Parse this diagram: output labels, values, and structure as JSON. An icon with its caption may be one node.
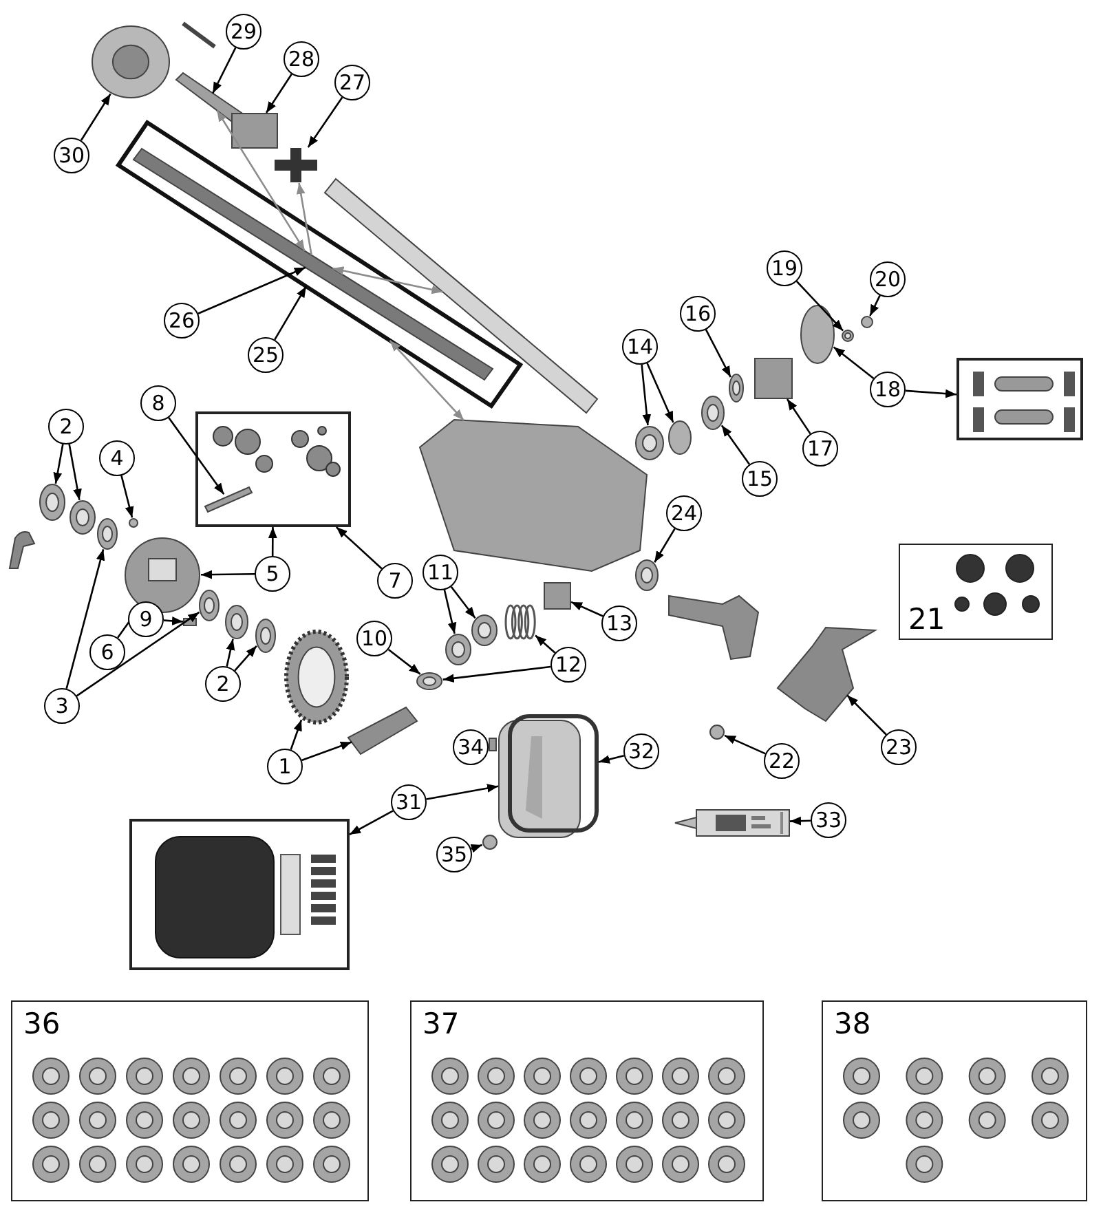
{
  "diagram": {
    "nodes": [
      {
        "text": [],
        "shape": "box"
      },
      {
        "text": [
          "30"
        ]
      },
      {
        "text": [],
        "shape": "picture"
      },
      {
        "text": [
          "29"
        ]
      },
      {
        "text": [],
        "shape": "picture"
      },
      {
        "text": [
          "28"
        ]
      },
      {
        "text": [],
        "shape": "box"
      },
      {
        "text": [
          "27"
        ]
      },
      {
        "text": [],
        "shape": "picture"
      },
      {
        "text": [],
        "shape": "picture",
        "in": 0
      },
      {
        "text": [
          "26"
        ]
      },
      {
        "text": [
          "25"
        ]
      },
      {
        "text": [],
        "shape": "picture"
      },
      {
        "text": [],
        "shape": "picture"
      },
      {
        "text": [
          "19"
        ]
      },
      {
        "text": [],
        "shape": "picture"
      },
      {
        "text": [
          "20"
        ]
      },
      {
        "text": [],
        "shape": "circle"
      },
      {
        "text": [
          "16"
        ]
      },
      {
        "text": [],
        "shape": "picture"
      },
      {
        "text": [
          "14"
        ]
      },
      {
        "text": [],
        "shape": "picture"
      },
      {
        "text": [],
        "shape": "circle"
      },
      {
        "text": [
          "18"
        ]
      },
      {
        "text": [],
        "shape": "circle"
      },
      {
        "text": [],
        "shape": "box"
      },
      {
        "text": [],
        "shape": "box"
      },
      {
        "text": [
          "17"
        ]
      },
      {
        "text": [],
        "shape": "picture"
      },
      {
        "text": [
          "15"
        ]
      },
      {
        "text": [
          "2"
        ]
      },
      {
        "text": [],
        "shape": "picture"
      },
      {
        "text": [],
        "shape": "picture"
      },
      {
        "text": [],
        "shape": "picture"
      },
      {
        "text": [
          "4"
        ]
      },
      {
        "text": [],
        "shape": "circle"
      },
      {
        "text": [],
        "shape": "box"
      },
      {
        "text": [],
        "shape": "bar",
        "in": 36
      },
      {
        "text": [
          "8"
        ]
      },
      {
        "text": [
          "5"
        ]
      },
      {
        "text": [],
        "shape": "picture"
      },
      {
        "text": [
          "7"
        ]
      },
      {
        "text": [
          "24"
        ]
      },
      {
        "text": [],
        "shape": "picture"
      },
      {
        "text": [
          "11"
        ]
      },
      {
        "text": [],
        "shape": "picture"
      },
      {
        "text": [],
        "shape": "picture"
      },
      {
        "text": [],
        "shape": "box"
      },
      {
        "text": [
          "13"
        ]
      },
      {
        "text": [
          "21"
        ]
      },
      {
        "text": [
          "6"
        ]
      },
      {
        "text": [],
        "shape": "bar"
      },
      {
        "text": [
          "9"
        ]
      },
      {
        "text": [],
        "shape": "picture"
      },
      {
        "text": [],
        "shape": "picture"
      },
      {
        "text": [],
        "shape": "picture"
      },
      {
        "text": [],
        "shape": "picture"
      },
      {
        "text": [
          "10"
        ]
      },
      {
        "text": [],
        "shape": "picture"
      },
      {
        "text": [
          "12"
        ]
      },
      {
        "text": [
          "3"
        ]
      },
      {
        "text": [
          "2"
        ]
      },
      {
        "text": [],
        "shape": "picture"
      },
      {
        "text": [],
        "shape": "picture"
      },
      {
        "text": [
          "1"
        ]
      },
      {
        "text": [],
        "shape": "picture"
      },
      {
        "text": [
          "23"
        ]
      },
      {
        "text": [],
        "shape": "circle"
      },
      {
        "text": [
          "22"
        ]
      },
      {
        "text": [
          "34"
        ]
      },
      {
        "text": [],
        "shape": "bar"
      },
      {
        "text": [],
        "shape": "picture"
      },
      {
        "text": [],
        "shape": "picture"
      },
      {
        "text": [
          "32"
        ]
      },
      {
        "text": [
          "31"
        ]
      },
      {
        "text": [],
        "shape": "box"
      },
      {
        "text": [
          "35"
        ]
      },
      {
        "text": [],
        "shape": "circle"
      },
      {
        "text": [],
        "shape": "picture"
      },
      {
        "text": [
          "33"
        ]
      },
      {
        "text": [
          "36"
        ]
      },
      {
        "text": [
          "37"
        ]
      },
      {
        "text": [
          "38"
        ]
      }
    ],
    "edges": [
      {
        "from": 1,
        "to": 2,
        "arrow": "to"
      },
      {
        "from": 3,
        "to": 4,
        "arrow": "to"
      },
      {
        "from": 5,
        "to": 6,
        "arrow": "to"
      },
      {
        "from": 7,
        "to": 8,
        "arrow": "to"
      },
      {
        "from": 10,
        "to": 9,
        "arrow": "to"
      },
      {
        "from": 11,
        "to": 0,
        "arrow": "to"
      },
      {
        "from": 4,
        "to": 9,
        "arrow": "both",
        "color": "#8c8c8c"
      },
      {
        "from": 9,
        "to": 8,
        "arrow": "to",
        "color": "#8c8c8c"
      },
      {
        "from": 9,
        "to": 12,
        "arrow": "both",
        "color": "#8c8c8c"
      },
      {
        "from": 0,
        "to": 13,
        "arrow": "both",
        "color": "#8c8c8c"
      },
      {
        "from": 14,
        "to": 15,
        "arrow": "to"
      },
      {
        "from": 16,
        "to": 17,
        "arrow": "to"
      },
      {
        "from": 18,
        "to": 19,
        "arrow": "to"
      },
      {
        "from": 20,
        "to": 21,
        "arrow": "to"
      },
      {
        "from": 20,
        "to": 22,
        "arrow": "to"
      },
      {
        "from": 23,
        "to": 24,
        "arrow": "to"
      },
      {
        "from": 23,
        "to": 25,
        "arrow": "to"
      },
      {
        "from": 27,
        "to": 26,
        "arrow": "to"
      },
      {
        "from": 29,
        "to": 28,
        "arrow": "to"
      },
      {
        "from": 30,
        "to": 31,
        "arrow": "to"
      },
      {
        "from": 30,
        "to": 32,
        "arrow": "to"
      },
      {
        "from": 34,
        "to": 35,
        "arrow": "to"
      },
      {
        "from": 38,
        "to": 37,
        "arrow": "to"
      },
      {
        "from": 39,
        "to": 40,
        "arrow": "to"
      },
      {
        "from": 39,
        "to": 36,
        "arrow": "to"
      },
      {
        "from": 41,
        "to": 36,
        "arrow": "to"
      },
      {
        "from": 42,
        "to": 43,
        "arrow": "to"
      },
      {
        "from": 44,
        "to": 56,
        "arrow": "to"
      },
      {
        "from": 44,
        "to": 45,
        "arrow": "to"
      },
      {
        "from": 48,
        "to": 47,
        "arrow": "to"
      },
      {
        "from": 50,
        "to": 40,
        "arrow": "to"
      },
      {
        "from": 52,
        "to": 51,
        "arrow": "to"
      },
      {
        "from": 60,
        "to": 33,
        "arrow": "to"
      },
      {
        "from": 60,
        "to": 53,
        "arrow": "to"
      },
      {
        "from": 61,
        "to": 54,
        "arrow": "to"
      },
      {
        "from": 61,
        "to": 55,
        "arrow": "to"
      },
      {
        "from": 57,
        "to": 58,
        "arrow": "to"
      },
      {
        "from": 59,
        "to": 46,
        "arrow": "to"
      },
      {
        "from": 59,
        "to": 58,
        "arrow": "to"
      },
      {
        "from": 64,
        "to": 62,
        "arrow": "to"
      },
      {
        "from": 64,
        "to": 63,
        "arrow": "to"
      },
      {
        "from": 66,
        "to": 65,
        "arrow": "to"
      },
      {
        "from": 68,
        "to": 67,
        "arrow": "to"
      },
      {
        "from": 69,
        "to": 70,
        "arrow": "to"
      },
      {
        "from": 73,
        "to": 72,
        "arrow": "to"
      },
      {
        "from": 74,
        "to": 71,
        "arrow": "to"
      },
      {
        "from": 74,
        "to": 75,
        "arrow": "to"
      },
      {
        "from": 76,
        "to": 77,
        "arrow": "to"
      },
      {
        "from": 79,
        "to": 78,
        "arrow": "to"
      }
    ]
  }
}
